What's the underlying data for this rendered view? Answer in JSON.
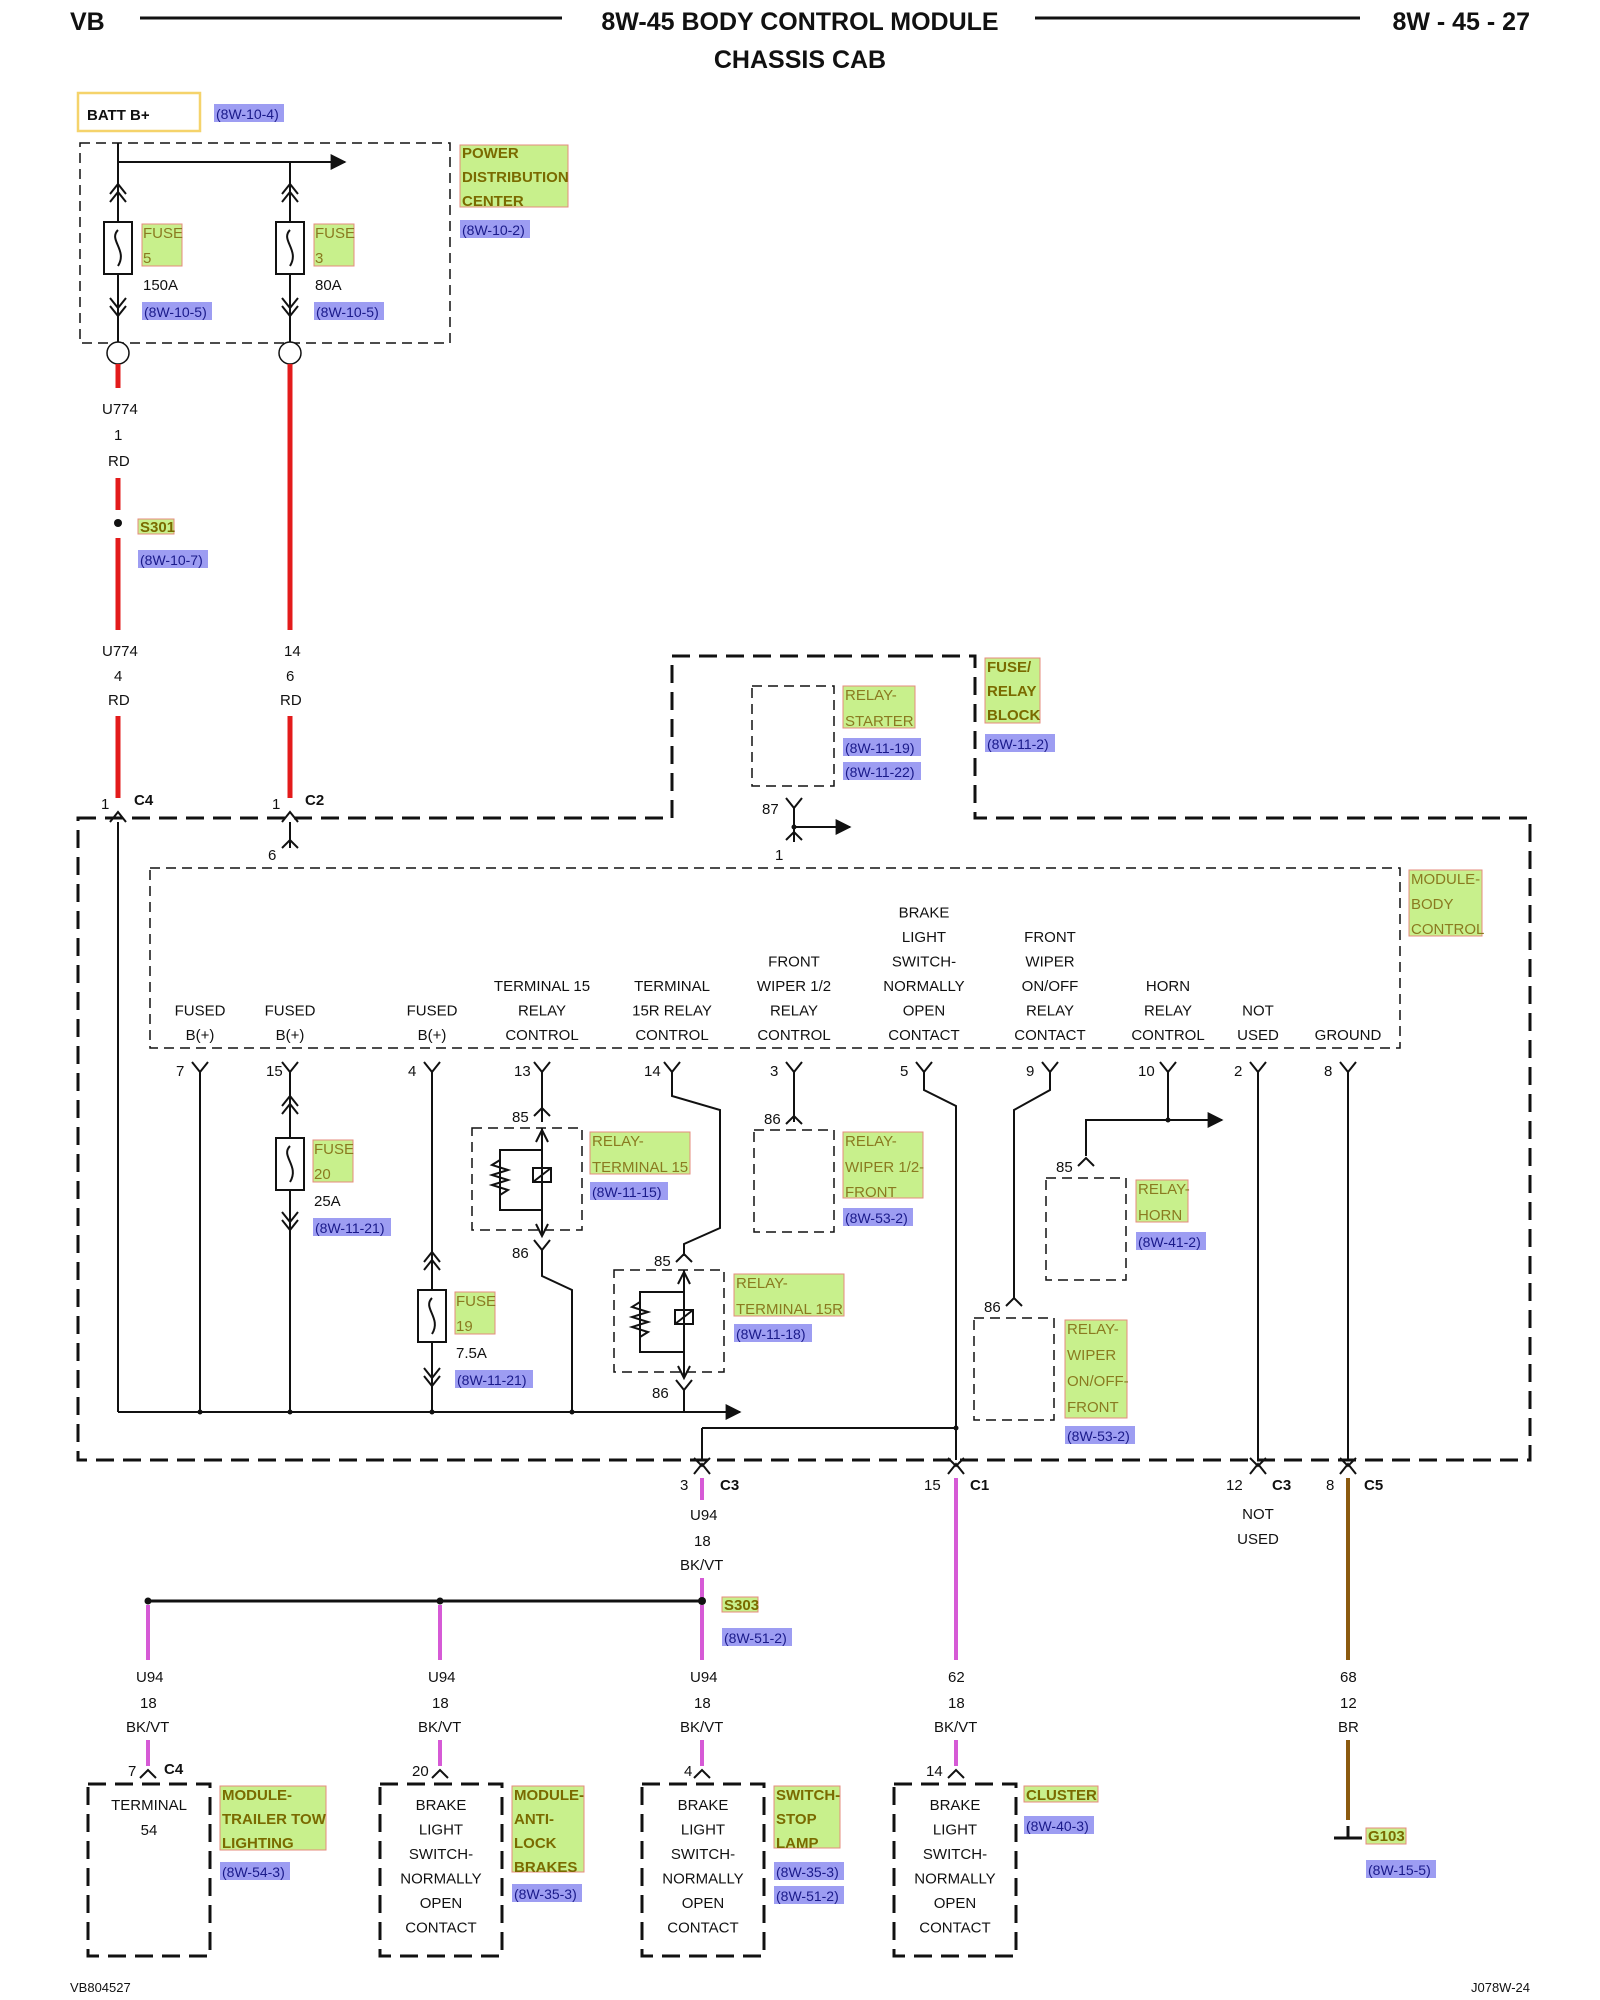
{
  "header": {
    "left": "VB",
    "title": "8W-45 BODY CONTROL MODULE",
    "subtitle": "CHASSIS CAB",
    "page": "8W - 45 - 27"
  },
  "footer": {
    "left": "VB804527",
    "right": "J078W-24"
  },
  "batt": {
    "label": "BATT B+",
    "ref": "(8W-10-4)"
  },
  "pdc": {
    "name": [
      "POWER",
      "DISTRIBUTION",
      "CENTER"
    ],
    "ref": "(8W-10-2)",
    "fuse5": {
      "name": [
        "FUSE",
        "5"
      ],
      "rating": "150A",
      "ref": "(8W-10-5)"
    },
    "fuse3": {
      "name": [
        "FUSE",
        "3"
      ],
      "rating": "80A",
      "ref": "(8W-10-5)"
    }
  },
  "wires": {
    "u774a": [
      "U774",
      "1",
      "RD"
    ],
    "u774b": [
      "U774",
      "4",
      "RD"
    ],
    "w14": [
      "14",
      "6",
      "RD"
    ],
    "u94main": [
      "U94",
      "18",
      "BK/VT"
    ],
    "u94_1": [
      "U94",
      "18",
      "BK/VT"
    ],
    "u94_2": [
      "U94",
      "18",
      "BK/VT"
    ],
    "u94_3": [
      "U94",
      "18",
      "BK/VT"
    ],
    "w62": [
      "62",
      "18",
      "BK/VT"
    ],
    "w68": [
      "68",
      "12",
      "BR"
    ]
  },
  "splice_s301": {
    "name": "S301",
    "ref": "(8W-10-7)"
  },
  "splice_s303": {
    "name": "S303",
    "ref": "(8W-51-2)"
  },
  "frb": {
    "name": [
      "FUSE/",
      "RELAY",
      "BLOCK"
    ],
    "ref": "(8W-11-2)",
    "starter": {
      "name": [
        "RELAY-",
        "STARTER"
      ],
      "refs": [
        "(8W-11-19)",
        "(8W-11-22)"
      ]
    },
    "pin87": "87",
    "pin1": "1",
    "pin6": "6"
  },
  "connectors": {
    "c4_top": {
      "pin": "1",
      "name": "C4"
    },
    "c2_top": {
      "pin": "1",
      "name": "C2"
    },
    "c3_out": {
      "pin": "3",
      "name": "C3"
    },
    "c1_out": {
      "pin": "15",
      "name": "C1"
    },
    "c3b_out": {
      "pin": "12",
      "name": "C3"
    },
    "c5_out": {
      "pin": "8",
      "name": "C5"
    }
  },
  "bcm": {
    "name": [
      "MODULE-",
      "BODY",
      "CONTROL"
    ],
    "pins": [
      {
        "num": "7",
        "label": [
          "FUSED",
          "B(+)"
        ]
      },
      {
        "num": "15",
        "label": [
          "FUSED",
          "B(+)"
        ]
      },
      {
        "num": "4",
        "label": [
          "FUSED",
          "B(+)"
        ]
      },
      {
        "num": "13",
        "label": [
          "TERMINAL 15",
          "RELAY",
          "CONTROL"
        ]
      },
      {
        "num": "14",
        "label": [
          "TERMINAL",
          "15R RELAY",
          "CONTROL"
        ]
      },
      {
        "num": "3",
        "label": [
          "FRONT",
          "WIPER 1/2",
          "RELAY",
          "CONTROL"
        ]
      },
      {
        "num": "5",
        "label": [
          "BRAKE",
          "LIGHT",
          "SWITCH-",
          "NORMALLY",
          "OPEN",
          "CONTACT"
        ]
      },
      {
        "num": "9",
        "label": [
          "FRONT",
          "WIPER",
          "ON/OFF",
          "RELAY",
          "CONTACT"
        ]
      },
      {
        "num": "10",
        "label": [
          "HORN",
          "RELAY",
          "CONTROL"
        ]
      },
      {
        "num": "2",
        "label": [
          "NOT",
          "USED"
        ]
      },
      {
        "num": "8",
        "label": [
          "GROUND"
        ]
      }
    ]
  },
  "fuse20": {
    "name": [
      "FUSE",
      "20"
    ],
    "rating": "25A",
    "ref": "(8W-11-21)"
  },
  "fuse19": {
    "name": [
      "FUSE",
      "19"
    ],
    "rating": "7.5A",
    "ref": "(8W-11-21)"
  },
  "relays": {
    "t15": {
      "name": [
        "RELAY-",
        "TERMINAL 15"
      ],
      "ref": "(8W-11-15)",
      "p1": "85",
      "p2": "86"
    },
    "t15r": {
      "name": [
        "RELAY-",
        "TERMINAL 15R"
      ],
      "ref": "(8W-11-18)",
      "p1": "85",
      "p2": "86"
    },
    "wiper12": {
      "name": [
        "RELAY-",
        "WIPER 1/2-",
        "FRONT"
      ],
      "ref": "(8W-53-2)",
      "p1": "86"
    },
    "horn": {
      "name": [
        "RELAY-",
        "HORN"
      ],
      "ref": "(8W-41-2)",
      "p1": "85"
    },
    "wiperonoff": {
      "name": [
        "RELAY-",
        "WIPER",
        "ON/OFF-",
        "FRONT"
      ],
      "ref": "(8W-53-2)",
      "p1": "86"
    }
  },
  "not_used": [
    "NOT",
    "USED"
  ],
  "bottom": {
    "trailer": {
      "pin": "7",
      "conn": "C4",
      "body": [
        "TERMINAL",
        "54"
      ],
      "name": [
        "MODULE-",
        "TRAILER TOW",
        "LIGHTING"
      ],
      "ref": "(8W-54-3)"
    },
    "abs": {
      "pin": "20",
      "body": [
        "BRAKE",
        "LIGHT",
        "SWITCH-",
        "NORMALLY",
        "OPEN",
        "CONTACT"
      ],
      "name": [
        "MODULE-",
        "ANTI-",
        "LOCK",
        "BRAKES"
      ],
      "ref": "(8W-35-3)"
    },
    "stop": {
      "pin": "4",
      "body": [
        "BRAKE",
        "LIGHT",
        "SWITCH-",
        "NORMALLY",
        "OPEN",
        "CONTACT"
      ],
      "name": [
        "SWITCH-",
        "STOP",
        "LAMP"
      ],
      "refs": [
        "(8W-35-3)",
        "(8W-51-2)"
      ]
    },
    "cluster": {
      "pin": "14",
      "body": [
        "BRAKE",
        "LIGHT",
        "SWITCH-",
        "NORMALLY",
        "OPEN",
        "CONTACT"
      ],
      "name": "CLUSTER",
      "ref": "(8W-40-3)"
    },
    "ground": {
      "name": "G103",
      "ref": "(8W-15-5)"
    }
  },
  "colors": {
    "red": "#e31b1b",
    "pink": "#d65ad6",
    "brown": "#8b5a10",
    "label_fill": "#c8f08c",
    "label_border": "#e58b7d",
    "link_fill": "#9d9df2",
    "batt_border": "#f5d36b"
  }
}
